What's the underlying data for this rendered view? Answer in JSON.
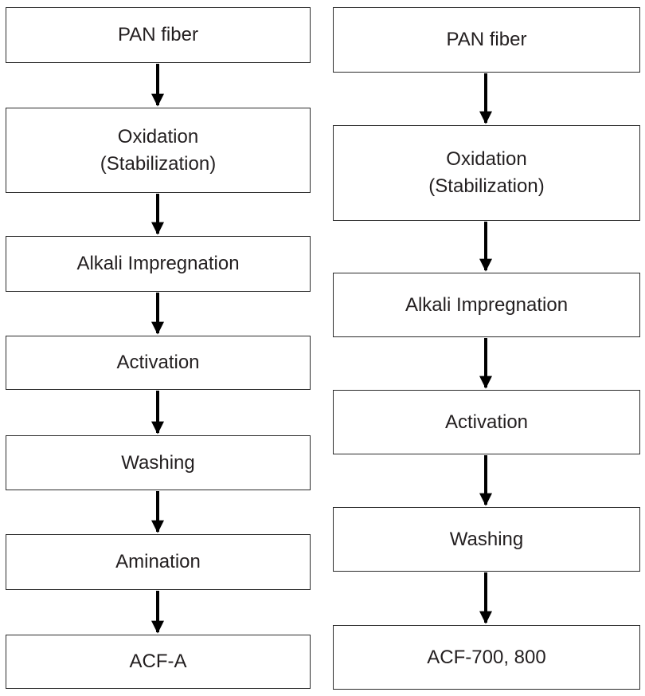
{
  "left_flow": {
    "steps": [
      {
        "lines": [
          "PAN fiber"
        ]
      },
      {
        "lines": [
          "Oxidation",
          "(Stabilization)"
        ]
      },
      {
        "lines": [
          "Alkali Impregnation"
        ]
      },
      {
        "lines": [
          "Activation"
        ]
      },
      {
        "lines": [
          "Washing"
        ]
      },
      {
        "lines": [
          "Amination"
        ]
      },
      {
        "lines": [
          "ACF-A"
        ]
      }
    ]
  },
  "right_flow": {
    "steps": [
      {
        "lines": [
          "PAN fiber"
        ]
      },
      {
        "lines": [
          "Oxidation",
          "(Stabilization)"
        ]
      },
      {
        "lines": [
          "Alkali Impregnation"
        ]
      },
      {
        "lines": [
          "Activation"
        ]
      },
      {
        "lines": [
          "Washing"
        ]
      },
      {
        "lines": [
          "ACF-700, 800"
        ]
      }
    ]
  },
  "colors": {
    "box_border": "#2b2b2b",
    "arrow": "#000000",
    "text": "#231f20"
  }
}
